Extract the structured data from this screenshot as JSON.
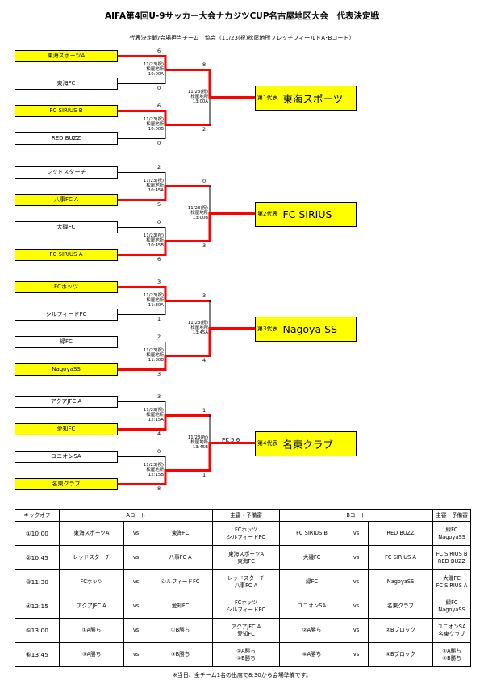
{
  "header": {
    "title": "AIFA第4回U-9サッカー大会ナカジツCUP名古屋地区大会　代表決定戦",
    "subtitle": "代表決定戦/会場担当チーム　協会（11/23(祝)松屋地所フレッチフィールドA･Bコート）"
  },
  "brackets": [
    {
      "teams": [
        {
          "name": "東海スポーツA",
          "score": "6",
          "winner": true
        },
        {
          "name": "東海FC",
          "score": "0",
          "winner": false
        },
        {
          "name": "FC SIRIUS B",
          "score": "6",
          "winner": true
        },
        {
          "name": "RED BUZZ",
          "score": "0",
          "winner": false
        }
      ],
      "match1": {
        "date": "11/23(祝)",
        "venue": "松屋地所",
        "time": "10:00A"
      },
      "match2": {
        "date": "11/23(祝)",
        "venue": "松屋地所",
        "time": "10:00B"
      },
      "final": {
        "date": "11/23(祝)",
        "venue": "松屋地所",
        "time": "13:00A",
        "score_top": "8",
        "score_bottom": "2",
        "winner": "top",
        "pk": ""
      },
      "rep": {
        "label": "第1代表",
        "name": "東海スポーツ"
      }
    },
    {
      "teams": [
        {
          "name": "レッドスターチ",
          "score": "2",
          "winner": false
        },
        {
          "name": "八事FC A",
          "score": "5",
          "winner": true
        },
        {
          "name": "大磯FC",
          "score": "0",
          "winner": false
        },
        {
          "name": "FC SIRIUS A",
          "score": "6",
          "winner": true
        }
      ],
      "match1": {
        "date": "11/23(祝)",
        "venue": "松屋地所",
        "time": "10:45A"
      },
      "match2": {
        "date": "11/23(祝)",
        "venue": "松屋地所",
        "time": "10:45B"
      },
      "final": {
        "date": "11/23(祝)",
        "venue": "松屋地所",
        "time": "13:00B",
        "score_top": "0",
        "score_bottom": "3",
        "winner": "bottom",
        "pk": ""
      },
      "rep": {
        "label": "第2代表",
        "name": "FC SIRIUS"
      }
    },
    {
      "teams": [
        {
          "name": "FCホッツ",
          "score": "3",
          "winner": true
        },
        {
          "name": "シルフィードFC",
          "score": "1",
          "winner": false
        },
        {
          "name": "緑FC",
          "score": "2",
          "winner": false
        },
        {
          "name": "NagoyaSS",
          "score": "3",
          "winner": true
        }
      ],
      "match1": {
        "date": "11/23(祝)",
        "venue": "松屋地所",
        "time": "11:30A"
      },
      "match2": {
        "date": "11/23(祝)",
        "venue": "松屋地所",
        "time": "11:30B"
      },
      "final": {
        "date": "11/23(祝)",
        "venue": "松屋地所",
        "time": "13:45A",
        "score_top": "3",
        "score_bottom": "4",
        "winner": "bottom",
        "pk": ""
      },
      "rep": {
        "label": "第3代表",
        "name": "Nagoya SS"
      }
    },
    {
      "teams": [
        {
          "name": "アクアJFC A",
          "score": "3",
          "winner": false
        },
        {
          "name": "愛知FC",
          "score": "4",
          "winner": true
        },
        {
          "name": "ユニオンSA",
          "score": "0",
          "winner": false
        },
        {
          "name": "名東クラブ",
          "score": "8",
          "winner": true
        }
      ],
      "match1": {
        "date": "11/23(祝)",
        "venue": "松屋地所",
        "time": "12:15A"
      },
      "match2": {
        "date": "11/23(祝)",
        "venue": "松屋地所",
        "time": "12:15B"
      },
      "final": {
        "date": "11/23(祝)",
        "venue": "松屋地所",
        "time": "13:45B",
        "score_top": "1",
        "score_bottom": "1",
        "winner": "bottom",
        "pk": "PK 5 6"
      },
      "rep": {
        "label": "第4代表",
        "name": "名東クラブ"
      }
    }
  ],
  "schedule": {
    "headers": [
      "キックオフ",
      "Aコート",
      "主審・予備審",
      "Bコート",
      "主審・予備審"
    ],
    "vs": "vs",
    "rows": [
      {
        "kickoff": "①10:00",
        "a_home": "東海スポーツA",
        "a_away": "東海FC",
        "a_ref": [
          "FCホッツ",
          "シルフィードFC"
        ],
        "b_home": "FC SIRIUS B",
        "b_away": "RED BUZZ",
        "b_ref": [
          "緑FC",
          "NagoyaSS"
        ]
      },
      {
        "kickoff": "②10:45",
        "a_home": "レッドスターチ",
        "a_away": "八事FC A",
        "a_ref": [
          "東海スポーツA",
          "東海FC"
        ],
        "b_home": "大磯FC",
        "b_away": "FC SIRIUS A",
        "b_ref": [
          "FC SIRIUS B",
          "RED BUZZ"
        ]
      },
      {
        "kickoff": "③11:30",
        "a_home": "FCホッツ",
        "a_away": "シルフィードFC",
        "a_ref": [
          "レッドスターチ",
          "八事FC A"
        ],
        "b_home": "緑FC",
        "b_away": "NagoyaSS",
        "b_ref": [
          "大磯FC",
          "FC SIRIUS A"
        ]
      },
      {
        "kickoff": "④12:15",
        "a_home": "アクアJFC A",
        "a_away": "愛知FC",
        "a_ref": [
          "FCホッツ",
          "シルフィードFC"
        ],
        "b_home": "ユニオンSA",
        "b_away": "名東クラブ",
        "b_ref": [
          "緑FC",
          "NagoyaSS"
        ]
      },
      {
        "kickoff": "⑤13:00",
        "a_home": "①A勝ち",
        "a_away": "①B勝ち",
        "a_ref": [
          "アクアJFC A",
          "愛知FC"
        ],
        "b_home": "②A勝ち",
        "b_away": "②Bブロック",
        "b_ref": [
          "ユニオンSA",
          "名東クラブ"
        ]
      },
      {
        "kickoff": "⑥13:45",
        "a_home": "③A勝ち",
        "a_away": "③B勝ち",
        "a_ref": [
          "①A勝ち",
          "①B勝ち"
        ],
        "b_home": "④A勝ち",
        "b_away": "④Bブロック",
        "b_ref": [
          "②A勝ち",
          "②B勝ち"
        ]
      }
    ]
  },
  "footer": {
    "note": "※当日、全チーム1名の出席で8:30から会場準備です。"
  },
  "colors": {
    "winner_fill": "#ffff00",
    "win_line": "#ff0000",
    "normal_line": "#000000"
  }
}
